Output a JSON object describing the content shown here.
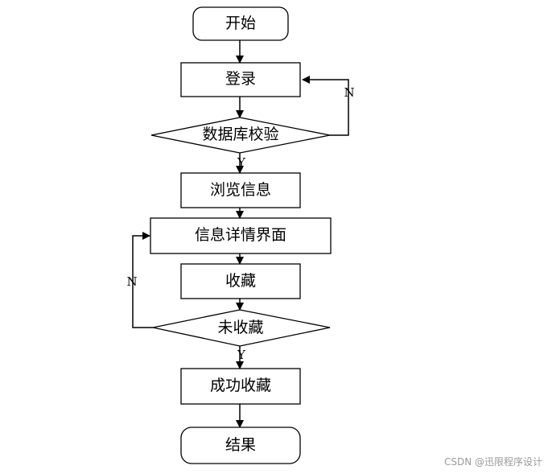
{
  "nodes": {
    "start": "开始",
    "login": "登录",
    "db_check": "数据库校验",
    "browse": "浏览信息",
    "detail": "信息详情界面",
    "favorite": "收藏",
    "not_favorited": "未收藏",
    "success": "成功收藏",
    "end": "结果"
  },
  "edge_labels": {
    "db_check_no": "N",
    "db_check_yes": "Y",
    "not_favorited_no": "N",
    "not_favorited_yes": "Y"
  },
  "watermark": "CSDN @迅限程序设计"
}
